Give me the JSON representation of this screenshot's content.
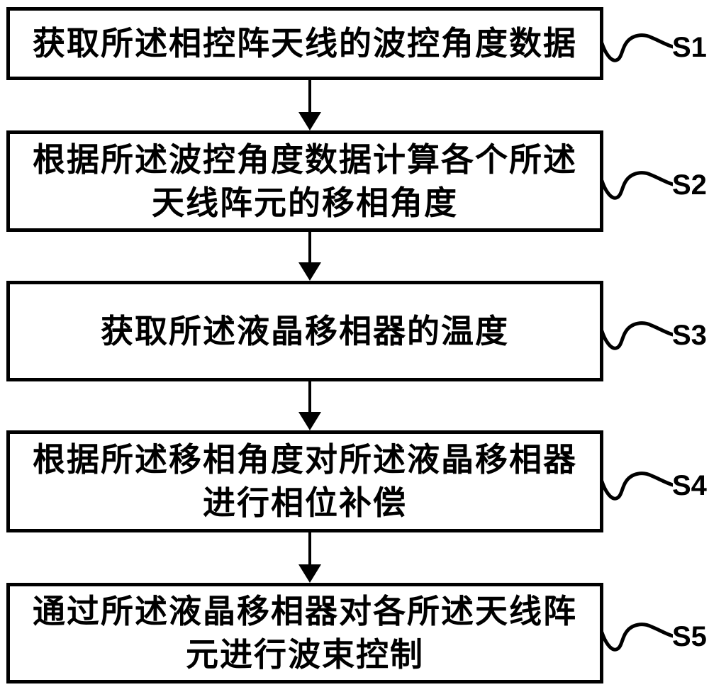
{
  "figure": {
    "type": "flowchart",
    "background_color": "#ffffff",
    "stroke_color": "#000000",
    "steps": [
      {
        "id": "S1",
        "lines": [
          "获取所述相控阵天线的波控角度数据"
        ]
      },
      {
        "id": "S2",
        "lines": [
          "根据所述波控角度数据计算各个所述",
          "天线阵元的移相角度"
        ]
      },
      {
        "id": "S3",
        "lines": [
          "获取所述液晶移相器的温度"
        ]
      },
      {
        "id": "S4",
        "lines": [
          "根据所述移相角度对所述液晶移相器",
          "进行相位补偿"
        ]
      },
      {
        "id": "S5",
        "lines": [
          "通过所述液晶移相器对各所述天线阵",
          "元进行波束控制"
        ]
      }
    ]
  }
}
